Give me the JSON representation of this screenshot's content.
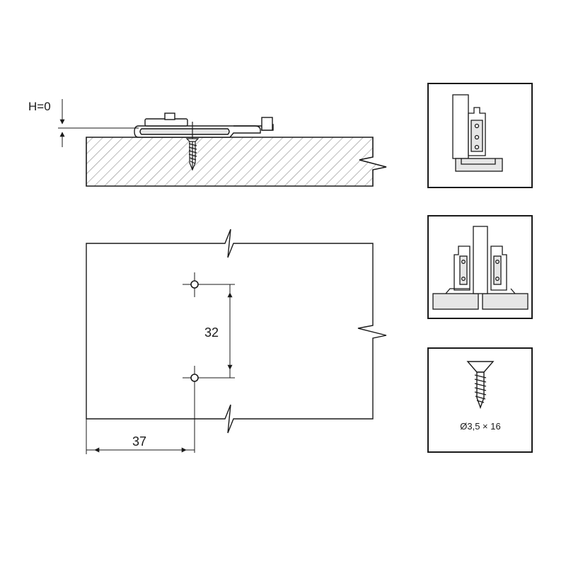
{
  "labels": {
    "height_label": "H=0",
    "vertical_dim": "32",
    "horizontal_dim": "37",
    "screw_spec": "Ø3,5 × 16"
  },
  "colors": {
    "line": "#1a1a1a",
    "hatch": "#555555",
    "part_fill": "#e6e6e6"
  },
  "icons": {
    "side_view_panel": "hinge-side-view-icon",
    "pair_view_panel": "hinge-pair-view-icon",
    "screw_panel": "screw-icon"
  }
}
